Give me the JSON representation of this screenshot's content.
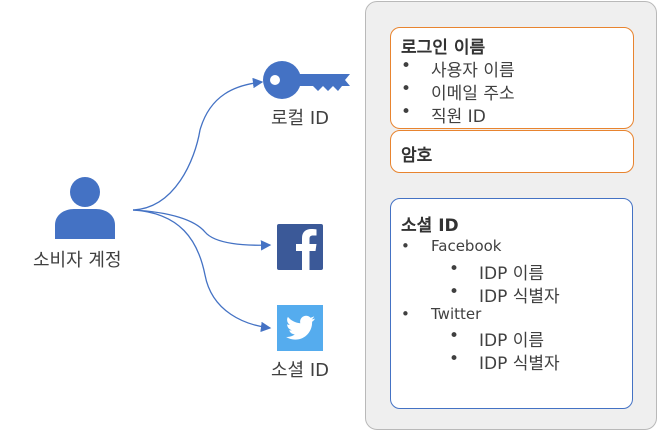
{
  "consumer": {
    "label": "소비자 계정"
  },
  "local": {
    "label": "로컬 ID"
  },
  "social": {
    "label": "소셜 ID"
  },
  "local_panel": {
    "login_title": "로그인 이름",
    "login_items": [
      "사용자 이름",
      "이메일 주소",
      "직원 ID"
    ],
    "password_title": "암호"
  },
  "social_panel": {
    "title": "소셜 ID",
    "providers": [
      {
        "name": "Facebook",
        "items": [
          "IDP 이름",
          "IDP 식별자"
        ]
      },
      {
        "name": "Twitter",
        "items": [
          "IDP 이름",
          "IDP 식별자"
        ]
      }
    ]
  },
  "colors": {
    "icon_blue": "#4472c4",
    "facebook": "#3b5998",
    "twitter": "#55acee",
    "box_orange": "#e8842f",
    "panel_bg": "#efefef"
  },
  "icons": [
    "user-icon",
    "key-icon",
    "facebook-icon",
    "twitter-icon"
  ]
}
